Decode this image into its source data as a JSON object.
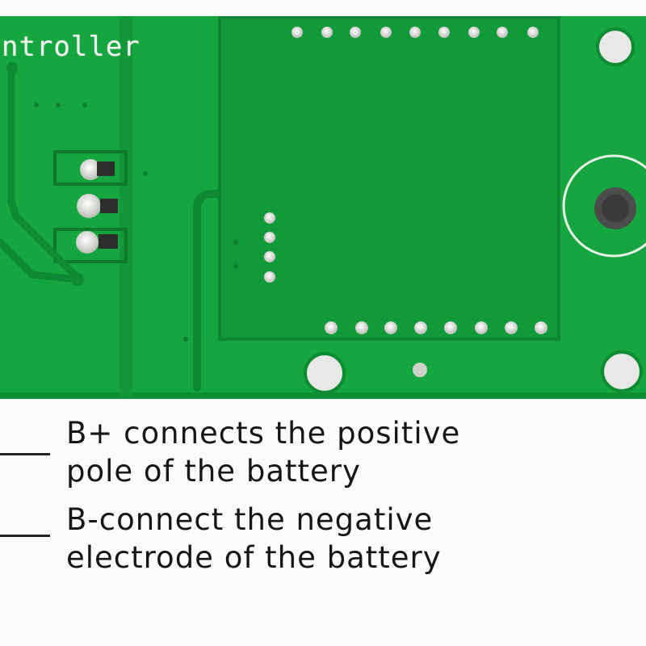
{
  "board": {
    "silkscreen_label": "ntroller",
    "colors": {
      "solder_mask": "#16a640",
      "solder_mask_dark": "#0e8a32",
      "silkscreen": "#f2f2ee",
      "pad": "#cfd2cc",
      "background": "#fbfbfb"
    }
  },
  "captions": [
    {
      "lines": [
        "B+ connects the positive",
        "pole of the battery"
      ]
    },
    {
      "lines": [
        "B-connect the negative",
        "electrode of the battery"
      ]
    }
  ]
}
